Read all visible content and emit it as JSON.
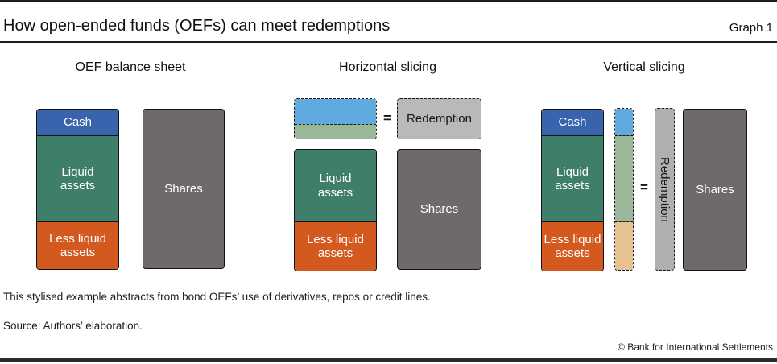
{
  "header": {
    "title": "How open-ended funds (OEFs) can meet redemptions",
    "graph_label": "Graph 1"
  },
  "panel1": {
    "title": "OEF balance sheet",
    "cash": "Cash",
    "liquid": "Liquid assets",
    "less_liquid": "Less liquid assets",
    "shares": "Shares"
  },
  "panel2": {
    "title": "Horizontal slicing",
    "equals": "=",
    "redemption": "Redemption",
    "liquid": "Liquid assets",
    "less_liquid": "Less liquid assets",
    "shares": "Shares"
  },
  "panel3": {
    "title": "Vertical slicing",
    "cash": "Cash",
    "liquid": "Liquid assets",
    "less_liquid": "Less liquid assets",
    "equals": "=",
    "redemption": "Redemption",
    "shares": "Shares"
  },
  "colors": {
    "cash_blue": "#3A63AE",
    "liquid_teal": "#3F7E6B",
    "less_liquid_orange": "#D4591F",
    "shares_gray": "#6E6A6B",
    "slice_light_blue": "#61AADF",
    "slice_light_green": "#9BB79A",
    "slice_light_tan": "#E7C28F",
    "redemption_gray": "#B9B9B9",
    "rule_black": "#1E1E1E"
  },
  "footer": {
    "footnote": "This stylised example abstracts from bond OEFs’ use of derivatives, repos or credit lines.",
    "source": "Source: Authors’ elaboration.",
    "copyright": "© Bank for International Settlements"
  }
}
